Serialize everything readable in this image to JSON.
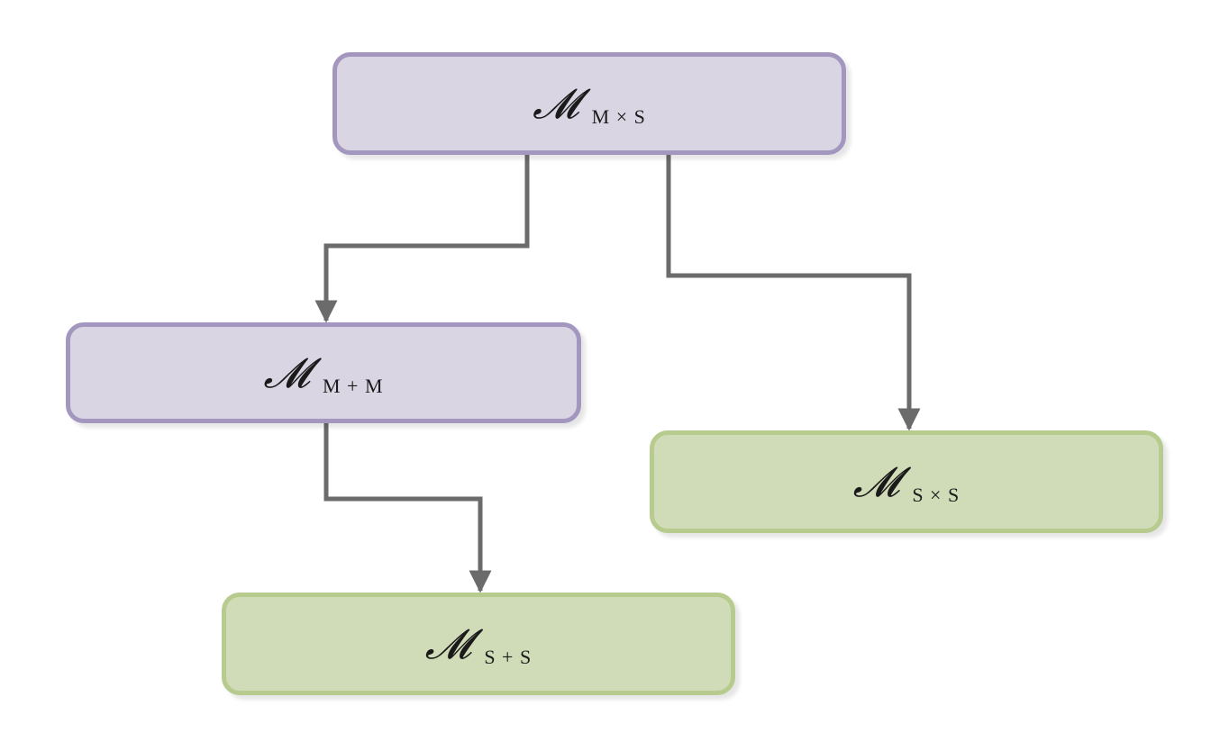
{
  "colors": {
    "purple_fill": "#d9d5e2",
    "purple_border": "#a397bf",
    "green_fill": "#d0dbb7",
    "green_border": "#b7cb8e",
    "arrow": "#6b6b6b"
  },
  "nodes": {
    "mxs": {
      "symbol": "𝓜",
      "subscript": "M × S"
    },
    "mpm": {
      "symbol": "𝓜",
      "subscript": "M + M"
    },
    "sxs": {
      "symbol": "𝓜",
      "subscript": "S × S"
    },
    "sps": {
      "symbol": "𝓜",
      "subscript": "S + S"
    }
  },
  "edges": [
    {
      "from": "M × S",
      "to": "M + M"
    },
    {
      "from": "M × S",
      "to": "S × S"
    },
    {
      "from": "M + M",
      "to": "S + S"
    }
  ]
}
